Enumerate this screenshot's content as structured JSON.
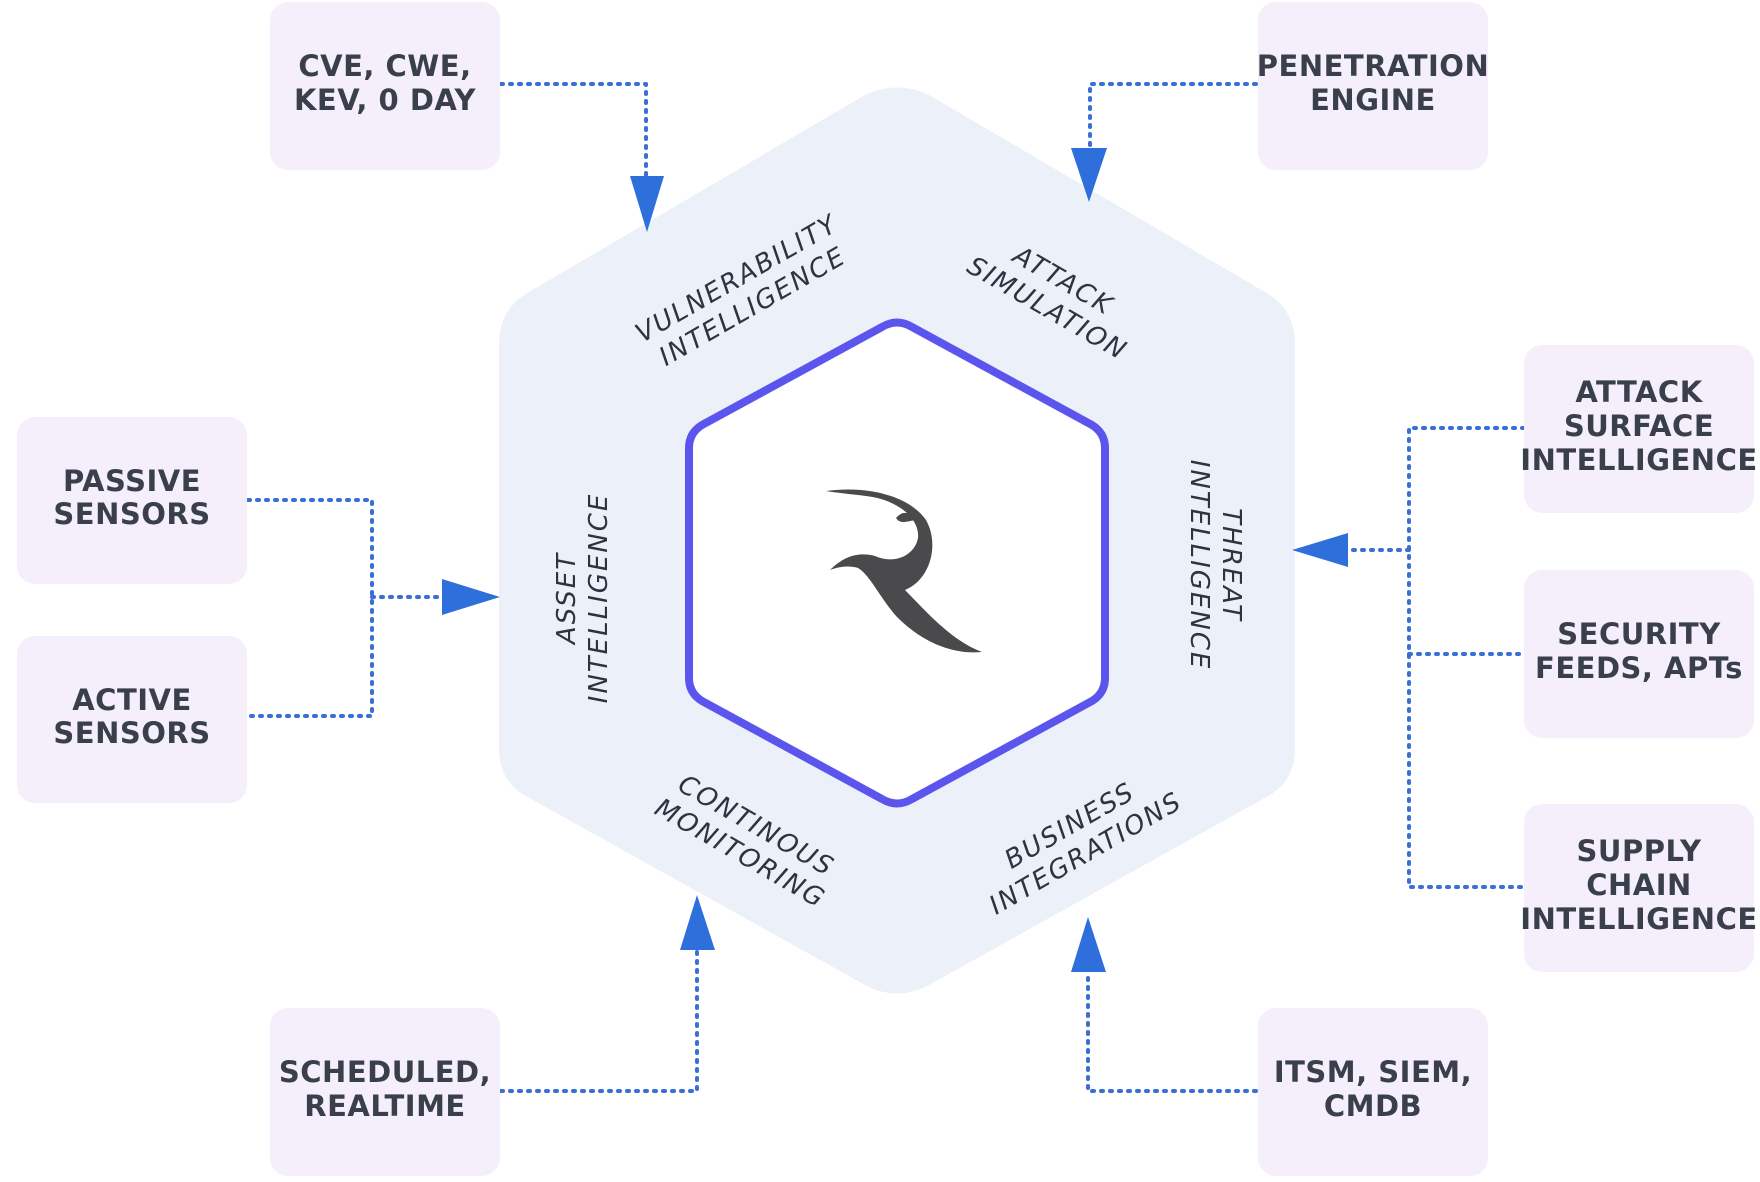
{
  "colors": {
    "box_fill": "#f5effb",
    "hex_fill": "#ecf0f8",
    "inner_hex_stroke": "#5b55ee",
    "connector": "#3a6fd8",
    "arrow": "#2f6fdb",
    "logo": "#4a4a4c"
  },
  "center": {
    "logo_icon": "bird-logo-icon"
  },
  "segments": [
    {
      "id": "vulnerability",
      "lines": [
        "VULNERABILITY",
        "INTELLIGENCE"
      ]
    },
    {
      "id": "attack-simulation",
      "lines": [
        "ATTACK",
        "SIMULATION"
      ]
    },
    {
      "id": "threat",
      "lines": [
        "THREAT",
        "INTELLIGENCE"
      ]
    },
    {
      "id": "business",
      "lines": [
        "BUSINESS",
        "INTEGRATIONS"
      ]
    },
    {
      "id": "monitoring",
      "lines": [
        "CONTINOUS",
        "MONITORING"
      ]
    },
    {
      "id": "asset",
      "lines": [
        "ASSET",
        "INTELLIGENCE"
      ]
    }
  ],
  "sources": [
    {
      "id": "cve",
      "lines": [
        "CVE, CWE,",
        "KEV, 0 DAY"
      ]
    },
    {
      "id": "penetration",
      "lines": [
        "PENETRATION",
        "ENGINE"
      ]
    },
    {
      "id": "passive",
      "lines": [
        "PASSIVE",
        "SENSORS"
      ]
    },
    {
      "id": "active",
      "lines": [
        "ACTIVE",
        "SENSORS"
      ]
    },
    {
      "id": "attack-surface",
      "lines": [
        "ATTACK",
        "SURFACE",
        "INTELLIGENCE"
      ]
    },
    {
      "id": "security-feeds",
      "lines": [
        "SECURITY",
        "FEEDS, APTs"
      ]
    },
    {
      "id": "supply-chain",
      "lines": [
        "SUPPLY",
        "CHAIN",
        "INTELLIGENCE"
      ]
    },
    {
      "id": "scheduled",
      "lines": [
        "SCHEDULED,",
        "REALTIME"
      ]
    },
    {
      "id": "itsm",
      "lines": [
        "ITSM, SIEM,",
        "CMDB"
      ]
    }
  ]
}
